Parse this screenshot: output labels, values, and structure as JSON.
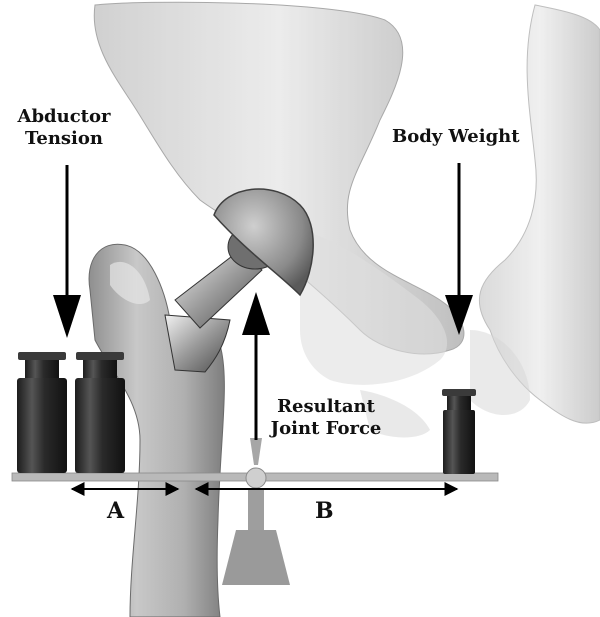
{
  "figure": {
    "labels": {
      "abductor_tension_line1": "Abductor",
      "abductor_tension_line2": "Tension",
      "body_weight": "Body Weight",
      "resultant_line1": "Resultant",
      "resultant_line2": "Joint Force",
      "distance_a": "A",
      "distance_b": "B"
    },
    "colors": {
      "bone_light": "#e2e2e2",
      "bone_mid": "#bdbdbd",
      "bone_dark": "#8a8a8a",
      "weight": "#2b2b2b",
      "beam": "#b9b9b9",
      "fulcrum": "#9a9a9a",
      "arrow": "#000000"
    },
    "elements": {
      "abductor_weights_count": 2,
      "body_weight_count": 1
    }
  }
}
